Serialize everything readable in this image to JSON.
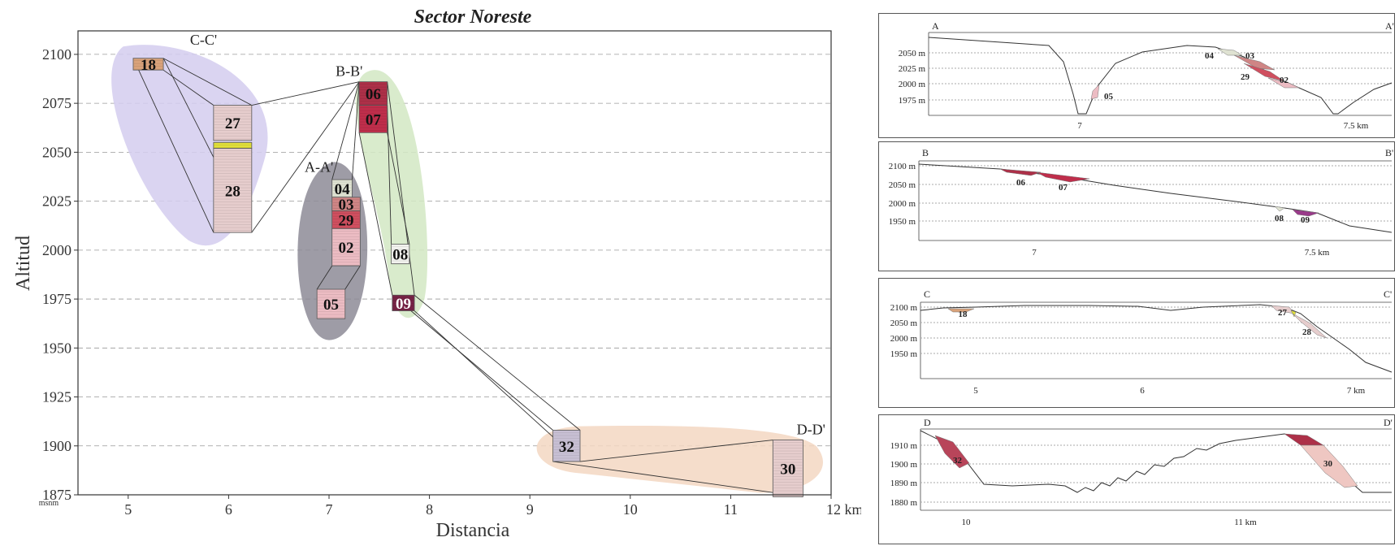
{
  "main": {
    "title": "Sector Noreste",
    "xlabel": "Distancia",
    "ylabel": "Altitud",
    "x_unit": "km",
    "y_unit": "msnm"
  },
  "chart_data": [
    {
      "type": "scatter",
      "title": "Sector Noreste",
      "xlabel": "Distancia",
      "ylabel": "Altitud",
      "xlim": [
        4.5,
        12
      ],
      "ylim": [
        1875,
        2112
      ],
      "x_ticks": [
        "5",
        "6",
        "7",
        "8",
        "9",
        "10",
        "11",
        "12 km"
      ],
      "y_ticks": [
        "2100",
        "2075",
        "2050",
        "2025",
        "2000",
        "1975",
        "1950",
        "1925",
        "1900",
        "1875"
      ],
      "grid": "horizontal dashed",
      "groups": [
        {
          "name": "C-C'",
          "color": "#d4cdef",
          "label_x": 5.75,
          "label_y": 2105
        },
        {
          "name": "A-A'",
          "color": "#8d8b96",
          "label_x": 6.9,
          "label_y": 2040
        },
        {
          "name": "B-B'",
          "color": "#d2e8c3",
          "label_x": 7.2,
          "label_y": 2089
        },
        {
          "name": "D-D'",
          "color": "#f3d7c2",
          "label_x": 11.8,
          "label_y": 1906
        }
      ],
      "sections": [
        {
          "id": "18",
          "x": 5.05,
          "w": 0.3,
          "top": 2098,
          "bottom": 2092,
          "color": "#d9a27a"
        },
        {
          "id": "27",
          "x": 5.85,
          "w": 0.38,
          "top": 2074,
          "bottom": 2056,
          "color": "#e6cdcd"
        },
        {
          "id": "",
          "x": 5.85,
          "w": 0.38,
          "top": 2055,
          "bottom": 2052,
          "color": "#e2e03a"
        },
        {
          "id": "28",
          "x": 5.85,
          "w": 0.38,
          "top": 2052,
          "bottom": 2009,
          "color": "#e6cdcd"
        },
        {
          "id": "04",
          "x": 7.03,
          "w": 0.2,
          "top": 2036,
          "bottom": 2027,
          "color": "#dfe2d2"
        },
        {
          "id": "03",
          "x": 7.03,
          "w": 0.28,
          "top": 2027,
          "bottom": 2020,
          "color": "#cf8585"
        },
        {
          "id": "29",
          "x": 7.03,
          "w": 0.28,
          "top": 2020,
          "bottom": 2011,
          "color": "#cf4f5f"
        },
        {
          "id": "02",
          "x": 7.03,
          "w": 0.28,
          "top": 2011,
          "bottom": 1992,
          "color": "#ecbcc3"
        },
        {
          "id": "05",
          "x": 6.88,
          "w": 0.28,
          "top": 1980,
          "bottom": 1965,
          "color": "#ecbcc3"
        },
        {
          "id": "06",
          "x": 7.3,
          "w": 0.28,
          "top": 2086,
          "bottom": 2074,
          "color": "#ad3048"
        },
        {
          "id": "07",
          "x": 7.3,
          "w": 0.28,
          "top": 2074,
          "bottom": 2060,
          "color": "#bf2e4b"
        },
        {
          "id": "08",
          "x": 7.62,
          "w": 0.18,
          "top": 2003,
          "bottom": 1993,
          "color": "#f2f2ee"
        },
        {
          "id": "09",
          "x": 7.63,
          "w": 0.22,
          "top": 1977,
          "bottom": 1969,
          "color": "#762245"
        },
        {
          "id": "32",
          "x": 9.23,
          "w": 0.27,
          "top": 1908,
          "bottom": 1892,
          "color": "#c7bfd3"
        },
        {
          "id": "30",
          "x": 11.42,
          "w": 0.3,
          "top": 1903,
          "bottom": 1874,
          "color": "#e6cdcd"
        }
      ]
    },
    {
      "type": "line",
      "title": "A - A'",
      "left_label": "A",
      "right_label": "A'",
      "y_ticks": [
        "2050 m",
        "2025 m",
        "2000 m",
        "1975 m"
      ],
      "x_ticks": [
        "7",
        "7.5 km"
      ],
      "units": [
        "04",
        "03",
        "29",
        "02",
        "05"
      ]
    },
    {
      "type": "line",
      "title": "B - B'",
      "left_label": "B",
      "right_label": "B'",
      "y_ticks": [
        "2100 m",
        "2050 m",
        "2000 m",
        "1950 m"
      ],
      "x_ticks": [
        "7",
        "7.5 km"
      ],
      "units": [
        "06",
        "07",
        "08",
        "09"
      ]
    },
    {
      "type": "line",
      "title": "C - C'",
      "left_label": "C",
      "right_label": "C'",
      "y_ticks": [
        "2100 m",
        "2050 m",
        "2000 m",
        "1950 m"
      ],
      "x_ticks": [
        "5",
        "6",
        "7 km"
      ],
      "units": [
        "18",
        "27",
        "28"
      ]
    },
    {
      "type": "line",
      "title": "D - D'",
      "left_label": "D",
      "right_label": "D'",
      "y_ticks": [
        "1910 m",
        "1900 m",
        "1890 m",
        "1880 m"
      ],
      "x_ticks": [
        "10",
        "11 km"
      ],
      "units": [
        "32",
        "30"
      ]
    }
  ]
}
